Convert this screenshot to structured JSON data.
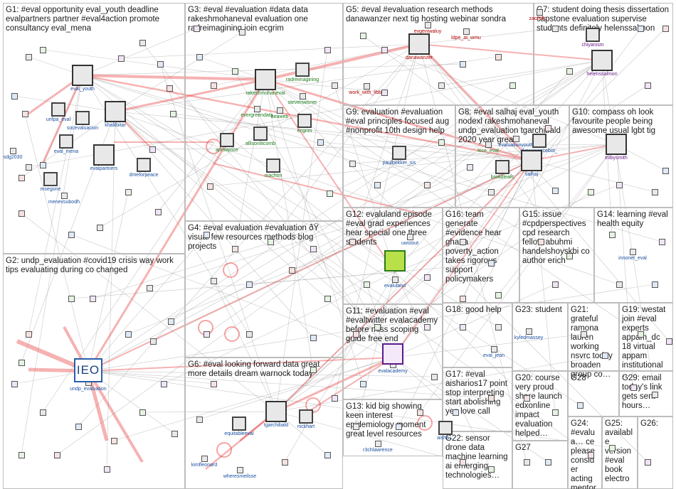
{
  "groups": [
    {
      "id": "G1",
      "label": "G1: #eval opportunity eval_youth deadline evalpartners partner #eval4action promote consultancy eval_mena"
    },
    {
      "id": "G2",
      "label": "G2: undp_evaluation #covid19 crisis way work tips evaluating during co changed"
    },
    {
      "id": "G3",
      "label": "G3: #eval #evaluation #data data rakeshmohaneval evaluation one radreimagining join ecgrim"
    },
    {
      "id": "G4",
      "label": "G4: #eval evaluation #evaluation ðŸ visual few resources methods blog projects"
    },
    {
      "id": "G5",
      "label": "G5: #eval #evaluation research methods danawanzer next tig hosting webinar sondra"
    },
    {
      "id": "G6",
      "label": "G6: #eval looking forward data great more details dream warnock today"
    },
    {
      "id": "G7",
      "label": "G7: student doing thesis dissertation capstone evaluation supervise students definitely helenssalmon"
    },
    {
      "id": "G8",
      "label": "G8: #eval salhaj eval_youth nodexl rakeshmohaneval undp_evaluation tgarchibald 2020 year great"
    },
    {
      "id": "G9",
      "label": "G9: evaluation #evaluation #eval principles focused aug #nonprofit 10th design help"
    },
    {
      "id": "G10",
      "label": "G10: compass oh look favourite people being awesome usual lgbt tig"
    },
    {
      "id": "G11",
      "label": "G11: #evaluation #eval #evaltwitter evalacademy before miss scoping guide free end"
    },
    {
      "id": "G12",
      "label": "G12: evaluland episode #eval grad experiences hear special one three students"
    },
    {
      "id": "G13",
      "label": "G13: kid big showing keen interest epidemiology moment great level resources"
    },
    {
      "id": "G14",
      "label": "G14: learning #eval health equity"
    },
    {
      "id": "G15",
      "label": "G15: issue #cpdperspectives cpd research fellow abuhmi handelshoyskbi co author erich"
    },
    {
      "id": "G16",
      "label": "G16: team generate #evidence hear ghana poverty_action takes rigorous support policymakers"
    },
    {
      "id": "G17",
      "label": "G17: #eval aisharios17 point stop interpreting start abolishing yes love call"
    },
    {
      "id": "G18",
      "label": "G18: good help"
    },
    {
      "id": "G19",
      "label": "G19: westat join #eval experts appam_dc 18 virtual appam institutional…"
    },
    {
      "id": "G20",
      "label": "G20: course very proud share launch edxonline impact evaluation helped…"
    },
    {
      "id": "G21",
      "label": "G21: grateful ramona lauren working nsvrc today broaden group co…"
    },
    {
      "id": "G22",
      "label": "G22: sensor drone data machine learning ai emerging technologies…"
    },
    {
      "id": "G23",
      "label": "G23: student"
    },
    {
      "id": "G24",
      "label": "G24: #evalua… ce please consider acting mentor…"
    },
    {
      "id": "G25",
      "label": "G25: available version #eval book electro… free…"
    },
    {
      "id": "G26",
      "label": "G26:"
    },
    {
      "id": "G27",
      "label": "G27"
    },
    {
      "id": "G28",
      "label": "G28"
    },
    {
      "id": "G29",
      "label": "G29: email today's link gets sent hours…"
    }
  ],
  "nodes": [
    {
      "id": "eval_youth",
      "label": "eval_youth",
      "color": "blue"
    },
    {
      "id": "khalilbitar",
      "label": "khalilbitar",
      "color": "blue"
    },
    {
      "id": "unfpa_eval",
      "label": "unfpa_eval",
      "color": "blue"
    },
    {
      "id": "socevaluacion",
      "label": "socevaluacion",
      "color": "blue"
    },
    {
      "id": "eval_mena",
      "label": "eval_mena",
      "color": "blue"
    },
    {
      "id": "evalpartners",
      "label": "evalpartners",
      "color": "blue"
    },
    {
      "id": "dmeforpeace",
      "label": "dmeforpeace",
      "color": "blue"
    },
    {
      "id": "sdg2030",
      "label": "sdg2030",
      "color": "blue"
    },
    {
      "id": "msegone",
      "label": "msegone",
      "color": "blue"
    },
    {
      "id": "menevsubodh",
      "label": "menevsubodh",
      "color": "blue"
    },
    {
      "id": "undp_evaluation",
      "label": "undp_evaluation",
      "color": "blue"
    },
    {
      "id": "rakeshmohaneval",
      "label": "rakeshmohaneval",
      "color": "green"
    },
    {
      "id": "radreimagining",
      "label": "radreimagining",
      "color": "green"
    },
    {
      "id": "stevenwisner",
      "label": "stevenwisner",
      "color": "green"
    },
    {
      "id": "evergreendata",
      "label": "evergreendata",
      "color": "green"
    },
    {
      "id": "aeaweb",
      "label": "aeaweb",
      "color": "green"
    },
    {
      "id": "ecgrim",
      "label": "ecgrim",
      "color": "green"
    },
    {
      "id": "annwprice",
      "label": "annwprice",
      "color": "green"
    },
    {
      "id": "allisonlitcomb",
      "label": "allisonlitcomb",
      "color": "green"
    },
    {
      "id": "machtm",
      "label": "machtm",
      "color": "green"
    },
    {
      "id": "danawanzer",
      "label": "danawanzer",
      "color": "red"
    },
    {
      "id": "evgeniwaluy",
      "label": "evgeniwaluy",
      "color": "red"
    },
    {
      "id": "ldpe_at_wmu",
      "label": "ldpe_at_wmu",
      "color": "red"
    },
    {
      "id": "work_with_libby",
      "label": "work_with_libby",
      "color": "red"
    },
    {
      "id": "zachtilton",
      "label": "zachtilt…",
      "color": "red"
    },
    {
      "id": "chiyanism",
      "label": "chiyanism",
      "color": "purple"
    },
    {
      "id": "helenssalmon",
      "label": "helenssalmon",
      "color": "purple"
    },
    {
      "id": "paulbekker_sis",
      "label": "paulbekker_sis",
      "color": "blue"
    },
    {
      "id": "loce_eval",
      "label": "loce_eval",
      "color": "green"
    },
    {
      "id": "evaluationyouth",
      "label": "evaluationyouth",
      "color": "blue"
    },
    {
      "id": "datasciencebot",
      "label": "datasciencebot_",
      "color": "blue"
    },
    {
      "id": "broadleafc",
      "label": "broadleafc",
      "color": "green"
    },
    {
      "id": "salhaj",
      "label": "salhaj",
      "color": "blue"
    },
    {
      "id": "trilbysmith",
      "label": "trilbysmith",
      "color": "purple"
    },
    {
      "id": "evaluland",
      "label": "evaluland",
      "color": "blue"
    },
    {
      "id": "uwstout",
      "label": "uwstout",
      "color": "blue"
    },
    {
      "id": "innonet_eval",
      "label": "innonet_eval",
      "color": "blue"
    },
    {
      "id": "evalacademy",
      "label": "evalacademy",
      "color": "blue"
    },
    {
      "id": "eval_jean",
      "label": "eval_jean",
      "color": "blue"
    },
    {
      "id": "kyledmassey",
      "label": "kyledmassey",
      "color": "blue"
    },
    {
      "id": "tgarchibald",
      "label": "tgarchibald",
      "color": "blue"
    },
    {
      "id": "nickhart",
      "label": "nickhart",
      "color": "blue"
    },
    {
      "id": "equitableeval",
      "label": "equitableeval",
      "color": "blue"
    },
    {
      "id": "kimfleonard",
      "label": "kimfleonard",
      "color": "blue"
    },
    {
      "id": "wheresmeilsse",
      "label": "wheresmeilsse",
      "color": "blue"
    },
    {
      "id": "r3chlawrence",
      "label": "r3chlawrence",
      "color": "blue"
    },
    {
      "id": "aisharios17",
      "label": "aisha…",
      "color": "blue"
    }
  ],
  "hubs": {
    "ieo_text": "IEO"
  }
}
